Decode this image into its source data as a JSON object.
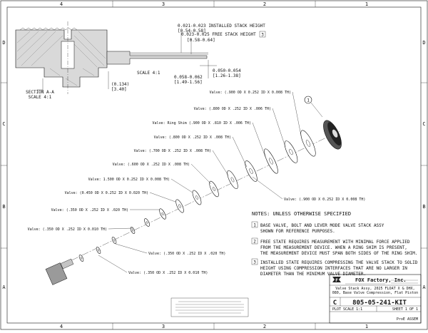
{
  "border": {
    "columns": [
      "4",
      "3",
      "2",
      "1"
    ],
    "rows": [
      "D",
      "C",
      "B",
      "A"
    ]
  },
  "section_view": {
    "label_line1": "SECTION A-A",
    "label_line2": "SCALE 4:1",
    "dim_a": "(0.134)",
    "dim_a_mm": "[3.40]"
  },
  "detail_view": {
    "installed_height": "0.021-0.023 INSTALLED STACK HEIGHT",
    "installed_height_mm": "[0.54-0.58]",
    "free_height": "0.023-0.025   FREE STACK HEIGHT",
    "free_height_mm": "[0.58-0.64]",
    "free_height_note": "3",
    "scale": "SCALE 4:1",
    "dim_b": "0.058-0.062",
    "dim_b_mm": "[1.49-1.56]",
    "dim_c": "0.050-0.054",
    "dim_c_mm": "[1.26-1.38]"
  },
  "exploded_callouts": [
    "Valve: (.900 OD X 0.252 ID X 0.008 TH)",
    "Valve: (.800 OD X .252 ID X .006 TH)",
    "Valve: Ring Shim (.900 OD X .810 ID X .006 TH)",
    "Valve: (.800 OD X .252 ID X .008 TH)",
    "Valve: (.700 OD X .252 ID X .008 TH)",
    "Valve: (.600 OD X .252 ID X .008 TH)",
    "Valve: 1.500 OD X 0.252 ID X 0.008 TH)",
    "Valve: (0.450 OD X 0.252 ID X 0.020 TH)",
    "Valve: (.350 OD X .252 ID X .020 TH)",
    "Valve: (.350 OD X .252 ID X 0.010 TH)",
    "Valve: (.900 OD X 0.252 ID X 0.008 TH)",
    "Valve: (.350 OD X .252 ID X .020 TH)",
    "Valve: (.350 OD X .252 ID X 0.010 TH)"
  ],
  "balloon": "1",
  "notes": {
    "header": "NOTES: UNLESS OTHERWISE SPECIFIED",
    "items": [
      {
        "num": "1",
        "line1": "BASE VALVE, BOLT AND LEVER MODE VALVE STACK ASSY",
        "line2": "SHOWN FOR REFERENCE PURPOSES."
      },
      {
        "num": "2",
        "line1": "FREE STATE REQUIRES MEASUREMENT WITH MINIMAL FORCE APPLIED",
        "line2": "FROM THE MEASUREMENT DEVICE. WHEN A RING SHIM IS PRESENT,",
        "line3": "THE MEASUREMENT DEVICE MUST SPAN BOTH SIDES OF THE RING SHIM."
      },
      {
        "num": "3",
        "line1": "INSTALLED STATE REQUIRES COMPRESSING THE VALVE STACK TO SOLID",
        "line2": "HEIGHT USING COMPRESSION INTERFACES THAT ARE NO LARGER IN",
        "line3": "DIAMETER THAN THE MINIMUM VALVE DIAMETER."
      }
    ]
  },
  "title_block": {
    "company": "FOX Factory, Inc.",
    "title": "Valve Stack Assy, 2025 FLOAT X & DHX, 080, Base Valve Compression, Flat Piston",
    "size": "C",
    "dwg_no": "805-05-241-KIT",
    "scale": "PLOT SCALE 1:1",
    "sheet": "SHEET 1 OF 1",
    "footer": "ProE ASSEM"
  }
}
